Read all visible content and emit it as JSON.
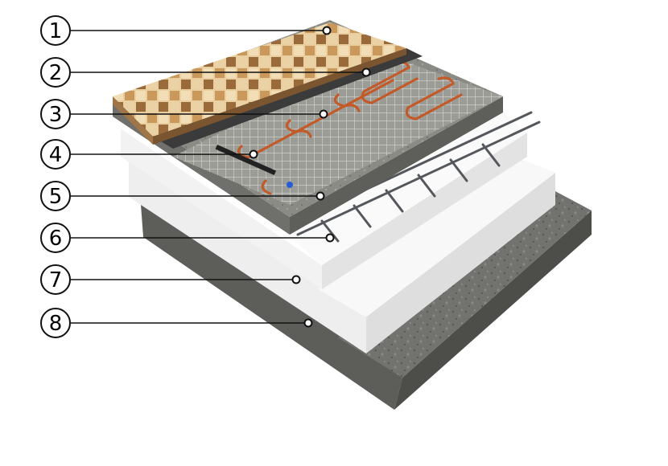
{
  "callouts": [
    {
      "number": "1"
    },
    {
      "number": "2"
    },
    {
      "number": "3"
    },
    {
      "number": "4"
    },
    {
      "number": "5"
    },
    {
      "number": "6"
    },
    {
      "number": "7"
    },
    {
      "number": "8"
    }
  ],
  "colors": {
    "tile_light": "#efd9b0",
    "tile_mid": "#c79a5e",
    "tile_dark": "#8a5a31",
    "adhesive": "#3a3a3a",
    "screed": "#8e8e88",
    "heating_cable": "#c25a2a",
    "mesh": "#dcdcdc",
    "insulation": "#f4f4f4",
    "concrete": "#6f706c",
    "rebar": "#54585c",
    "leader": "#111111"
  }
}
